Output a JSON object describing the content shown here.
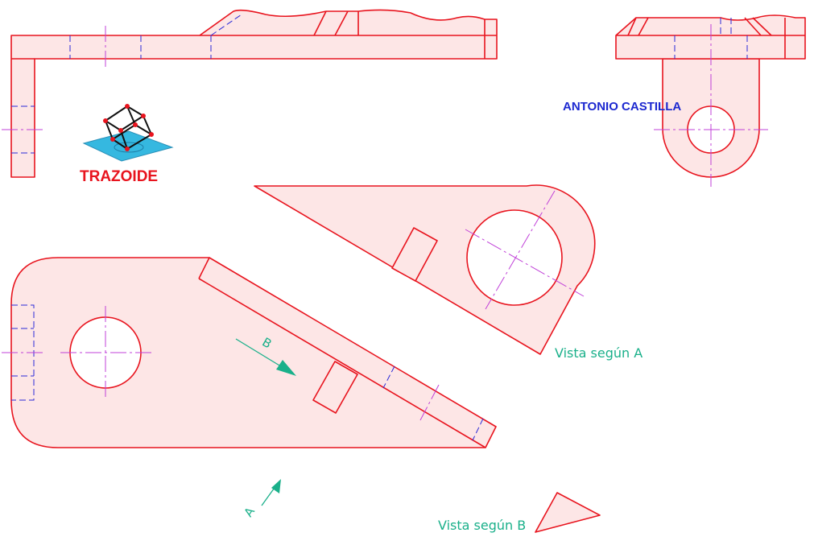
{
  "author": "ANTONIO  CASTILLA",
  "logo": {
    "text": "TRAZOIDE",
    "icon": "wireframe-cube-on-plane-icon"
  },
  "views": {
    "view_a": {
      "label": "Vista según A"
    },
    "view_b": {
      "label": "Vista según B"
    }
  },
  "arrows": {
    "a": {
      "letter": "A"
    },
    "b": {
      "letter": "B"
    }
  },
  "colors": {
    "outline": "#e8141e",
    "fill": "#fde6e6",
    "hidden_lines": "#2b2bd8",
    "axis_lines": "#c040d8",
    "annotation": "#1ab08a",
    "author_text": "#1c28d0"
  }
}
